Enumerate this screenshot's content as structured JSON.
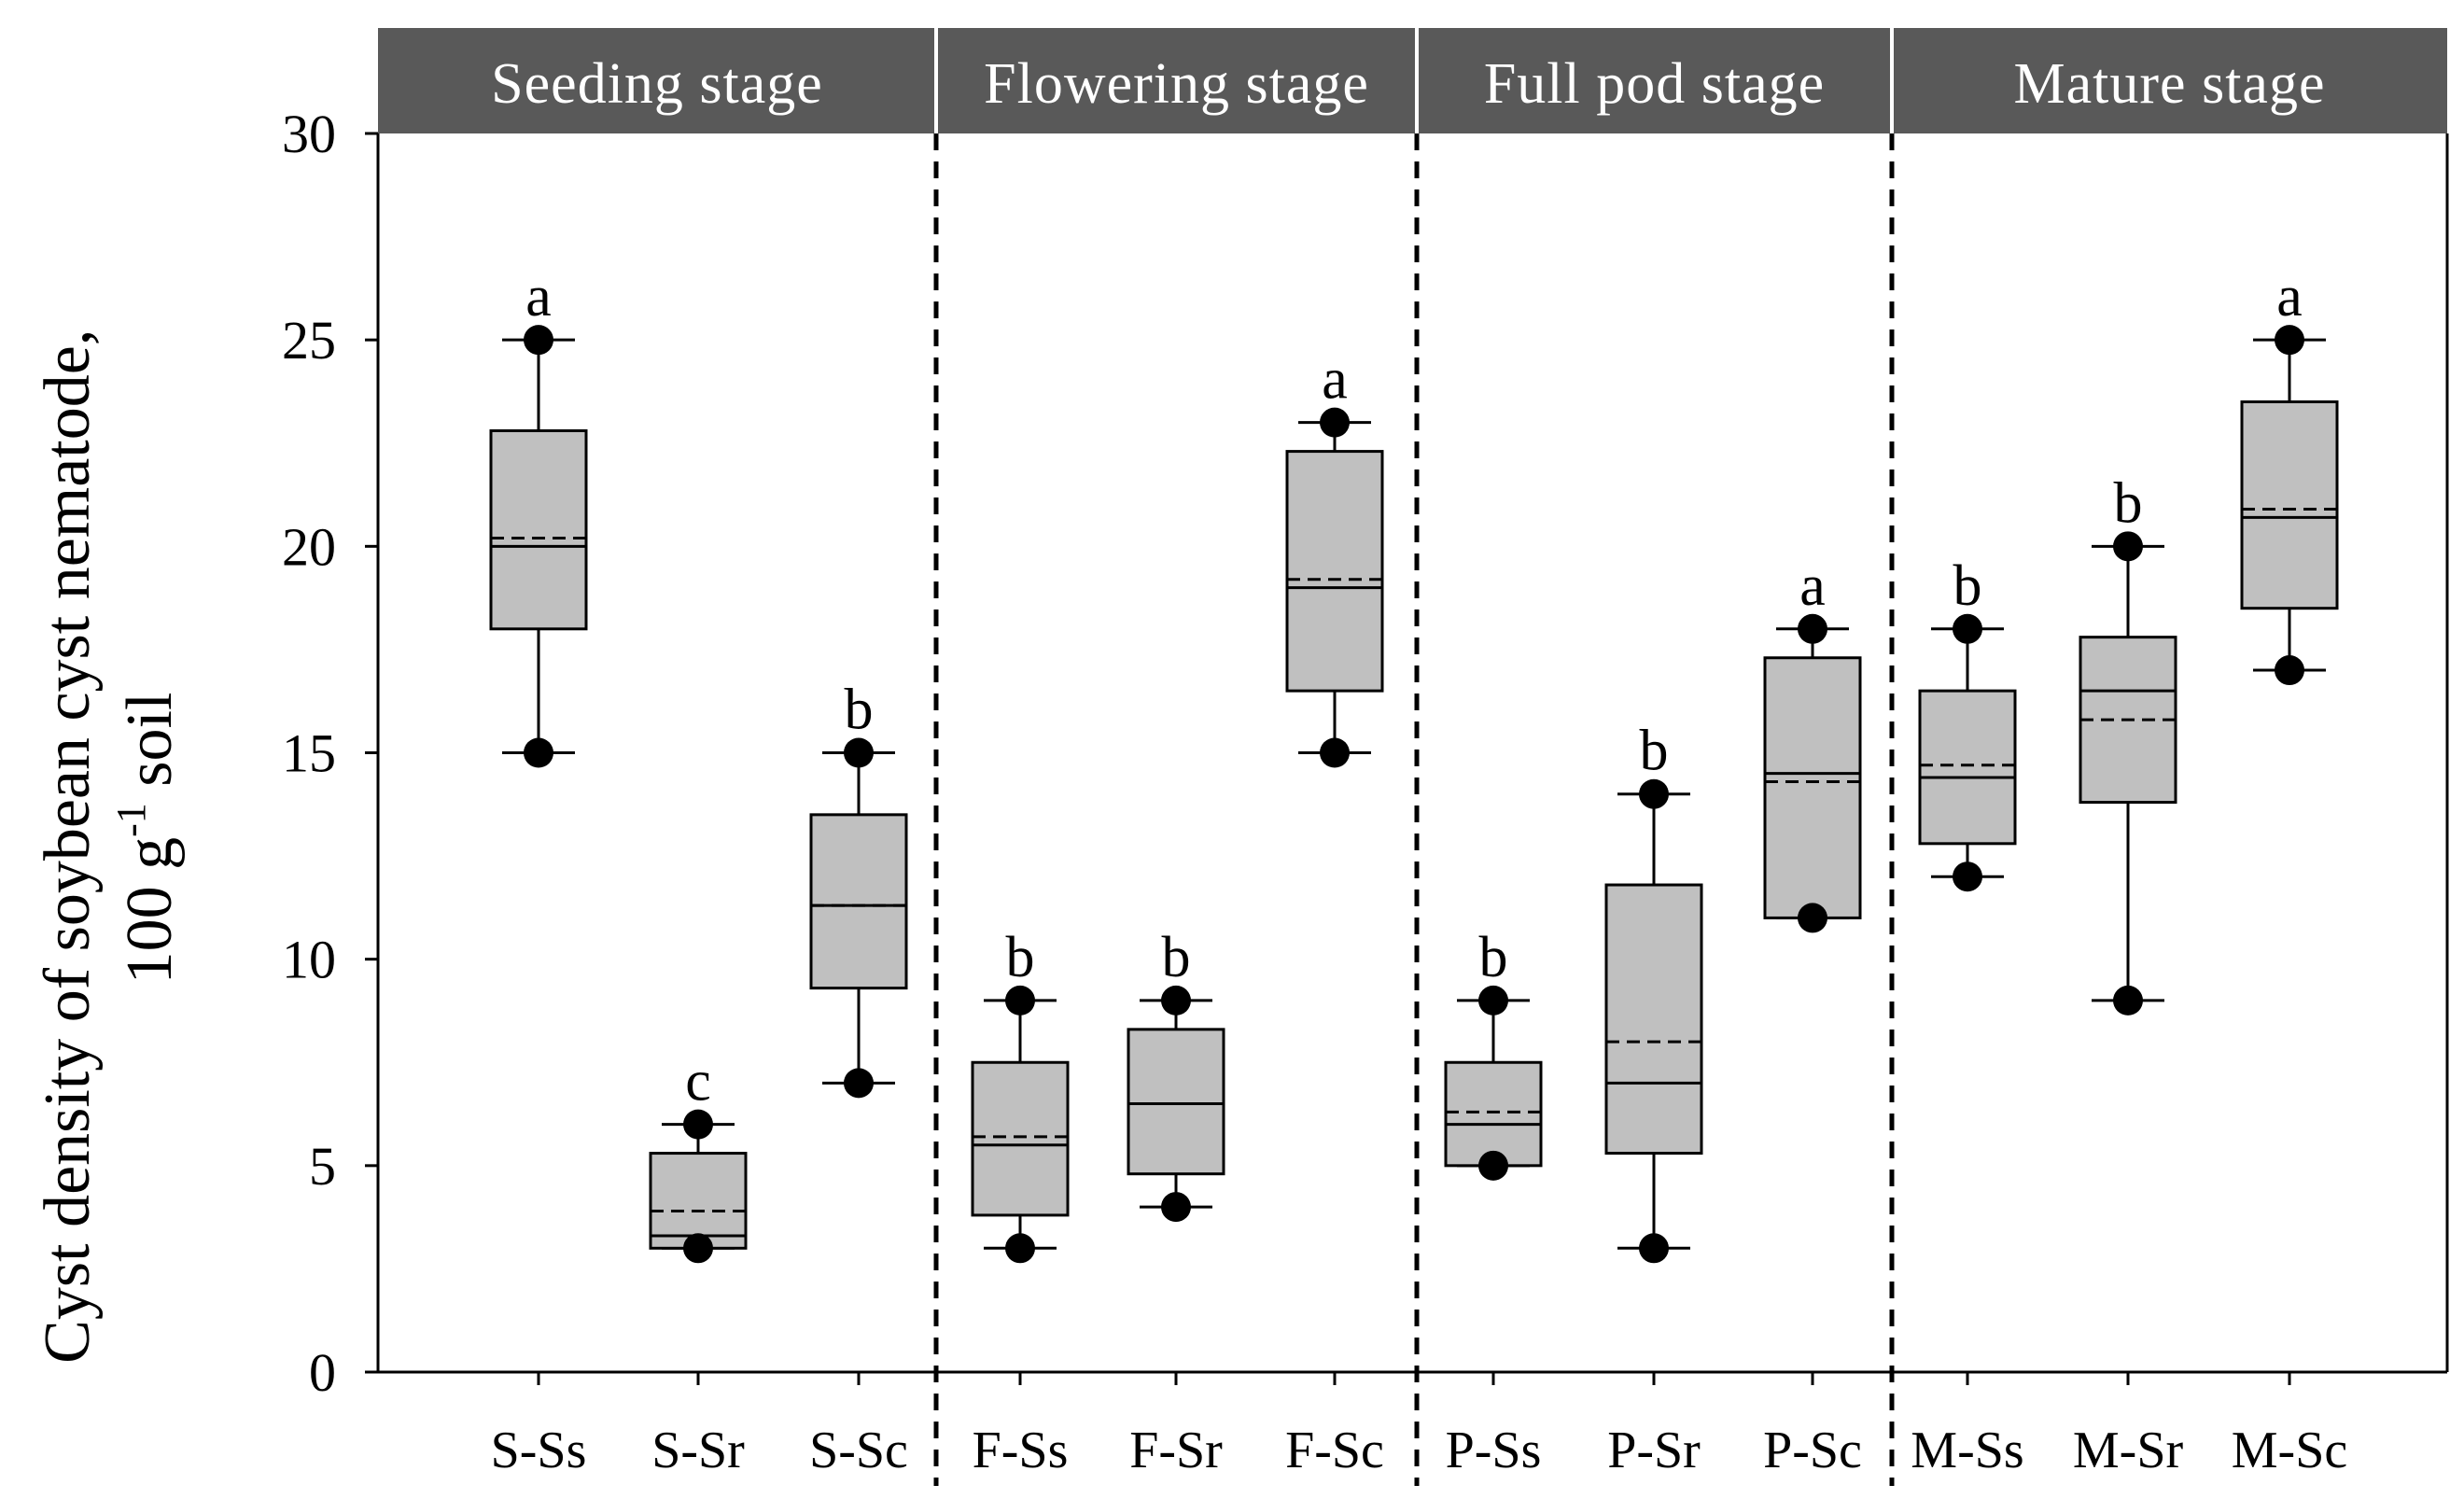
{
  "chart_data": {
    "type": "box",
    "ylabel_line1": "Cyst density of soybean cyst nematode,",
    "ylabel_line2_prefix": "100 g",
    "ylabel_line2_sup": "-1",
    "ylabel_line2_suffix": " soil",
    "ylim": [
      0,
      30
    ],
    "yticks": [
      "0",
      "5",
      "10",
      "15",
      "20",
      "25",
      "30"
    ],
    "panels": [
      {
        "title": "Seeding stage"
      },
      {
        "title": "Flowering stage"
      },
      {
        "title": "Full pod stage"
      },
      {
        "title": "Mature stage"
      }
    ],
    "groups": [
      {
        "label": "S-Ss",
        "stage": 0,
        "min": 15,
        "q1": 18,
        "median": 20,
        "mean": 20.2,
        "q3": 22.8,
        "max": 25,
        "letter": "a"
      },
      {
        "label": "S-Sr",
        "stage": 0,
        "min": 3,
        "q1": 3,
        "median": 3.3,
        "mean": 3.9,
        "q3": 5.3,
        "max": 6,
        "letter": "c"
      },
      {
        "label": "S-Sc",
        "stage": 0,
        "min": 7,
        "q1": 9.3,
        "median": 11.3,
        "mean": 11.3,
        "q3": 13.5,
        "max": 15,
        "letter": "b"
      },
      {
        "label": "F-Ss",
        "stage": 1,
        "min": 3,
        "q1": 3.8,
        "median": 5.5,
        "mean": 5.7,
        "q3": 7.5,
        "max": 9,
        "letter": "b"
      },
      {
        "label": "F-Sr",
        "stage": 1,
        "min": 4,
        "q1": 4.8,
        "median": 6.5,
        "mean": 6.5,
        "q3": 8.3,
        "max": 9,
        "letter": "b"
      },
      {
        "label": "F-Sc",
        "stage": 1,
        "min": 15,
        "q1": 16.5,
        "median": 19,
        "mean": 19.2,
        "q3": 22.3,
        "max": 23,
        "letter": "a"
      },
      {
        "label": "P-Ss",
        "stage": 2,
        "min": 5,
        "q1": 5,
        "median": 6,
        "mean": 6.3,
        "q3": 7.5,
        "max": 9,
        "letter": "b"
      },
      {
        "label": "P-Sr",
        "stage": 2,
        "min": 3,
        "q1": 5.3,
        "median": 7,
        "mean": 8,
        "q3": 11.8,
        "max": 14,
        "letter": "b"
      },
      {
        "label": "P-Sc",
        "stage": 2,
        "min": 11,
        "q1": 11,
        "median": 14.5,
        "mean": 14.3,
        "q3": 17.3,
        "max": 18,
        "letter": "a"
      },
      {
        "label": "M-Ss",
        "stage": 3,
        "min": 12,
        "q1": 12.8,
        "median": 14.4,
        "mean": 14.7,
        "q3": 16.5,
        "max": 18,
        "letter": "b"
      },
      {
        "label": "M-Sr",
        "stage": 3,
        "min": 9,
        "q1": 13.8,
        "median": 16.5,
        "mean": 15.8,
        "q3": 17.8,
        "max": 20,
        "letter": "b"
      },
      {
        "label": "M-Sc",
        "stage": 3,
        "min": 17,
        "q1": 18.5,
        "median": 20.7,
        "mean": 20.9,
        "q3": 23.5,
        "max": 25,
        "letter": "a"
      }
    ],
    "colors": {
      "box_fill": "#c0c0c0",
      "header_fill": "#595959",
      "header_text": "#ffffff",
      "ink": "#000000"
    }
  }
}
